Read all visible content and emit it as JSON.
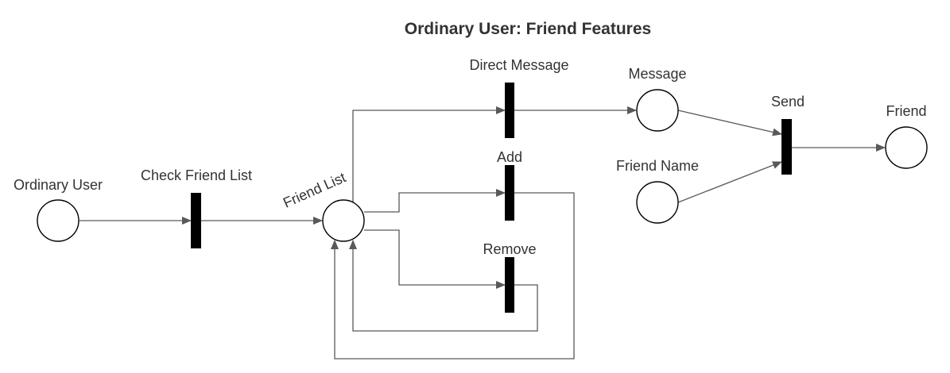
{
  "title": "Ordinary User: Friend Features",
  "places": {
    "ordinary_user": "Ordinary User",
    "friend_list": "Friend List",
    "message": "Message",
    "friend_name": "Friend Name",
    "friend": "Friend"
  },
  "transitions": {
    "check_friend_list": "Check Friend List",
    "direct_message": "Direct Message",
    "add": "Add",
    "remove": "Remove",
    "send": "Send"
  }
}
